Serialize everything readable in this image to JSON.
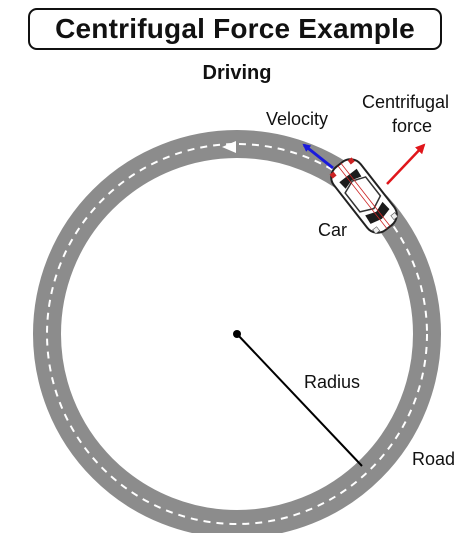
{
  "title": "Centrifugal Force Example",
  "subtitle": "Driving",
  "labels": {
    "velocity": "Velocity",
    "centrifugal_line1": "Centrifugal",
    "centrifugal_line2": "force",
    "car": "Car",
    "radius": "Radius",
    "road": "Road"
  },
  "colors": {
    "road": "#8c8c8c",
    "lane_marking": "#ffffff",
    "velocity_arrow": "#1a1adc",
    "centrifugal_arrow": "#e0161b",
    "radius_line": "#000000"
  }
}
